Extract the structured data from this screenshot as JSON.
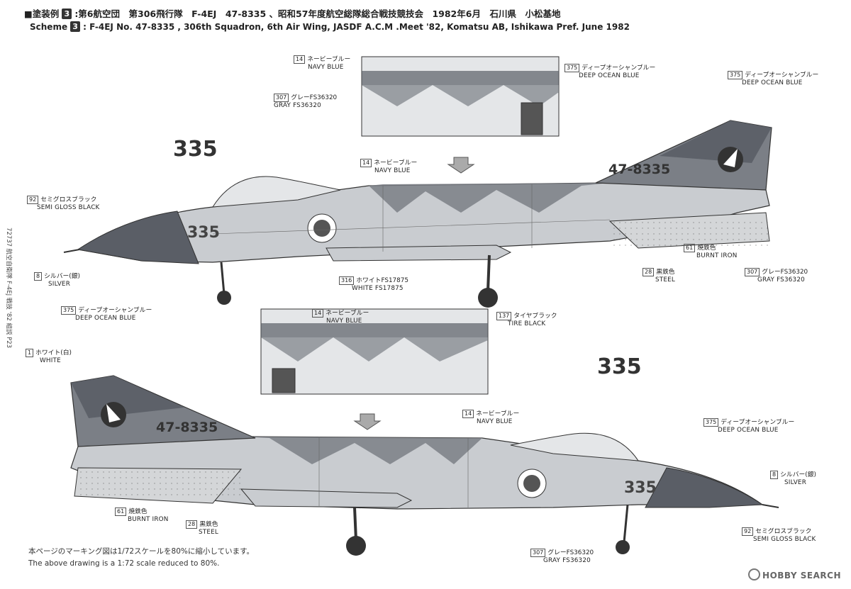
{
  "header": {
    "line1_prefix": "■塗装例",
    "line1_badge": "3",
    "line1_text": ":第6航空団　第306飛行隊　F-4EJ　47-8335 、昭和57年度航空総隊総合戦技競技会　1982年6月　石川県　小松基地",
    "line2_prefix": "Scheme",
    "line2_badge": "3",
    "line2_text": ": F-4EJ No. 47-8335 , 306th Squadron, 6th Air Wing, JASDF A.C.M .Meet '82, Komatsu AB, Ishikawa Pref. June 1982"
  },
  "side_text": "72737 航空自衛隊 F-4EJ 戦技 '82 組説 P23",
  "aircraft_top": {
    "serial": "47-8335",
    "nose_number": "335",
    "loose_number": "335",
    "labels": [
      {
        "num": "14",
        "jp": "ネービーブルー",
        "en": "NAVY BLUE"
      },
      {
        "num": "307",
        "jp": "グレーFS36320",
        "en": "GRAY FS36320"
      },
      {
        "num": "375",
        "jp": "ディープオーシャンブルー",
        "en": "DEEP OCEAN BLUE"
      },
      {
        "num": "375",
        "jp": "ディープオーシャンブルー",
        "en": "DEEP OCEAN BLUE"
      },
      {
        "num": "92",
        "jp": "セミグロスブラック",
        "en": "SEMI GLOSS BLACK"
      },
      {
        "num": "14",
        "jp": "ネービーブルー",
        "en": "NAVY BLUE"
      },
      {
        "num": "8",
        "jp": "シルバー(銀)",
        "en": "SILVER"
      },
      {
        "num": "375",
        "jp": "ディープオーシャンブルー",
        "en": "DEEP OCEAN BLUE"
      },
      {
        "num": "316",
        "jp": "ホワイトFS17875",
        "en": "WHITE FS17875"
      },
      {
        "num": "61",
        "jp": "焼鉄色",
        "en": "BURNT IRON"
      },
      {
        "num": "28",
        "jp": "黒鉄色",
        "en": "STEEL"
      },
      {
        "num": "307",
        "jp": "グレーFS36320",
        "en": "GRAY FS36320"
      },
      {
        "num": "137",
        "jp": "タイヤブラック",
        "en": "TIRE BLACK"
      }
    ]
  },
  "aircraft_bottom": {
    "serial": "47-8335",
    "nose_number": "335",
    "loose_number": "335",
    "labels": [
      {
        "num": "14",
        "jp": "ネービーブルー",
        "en": "NAVY BLUE"
      },
      {
        "num": "1",
        "jp": "ホワイト(白)",
        "en": "WHITE"
      },
      {
        "num": "14",
        "jp": "ネービーブルー",
        "en": "NAVY BLUE"
      },
      {
        "num": "375",
        "jp": "ディープオーシャンブルー",
        "en": "DEEP OCEAN BLUE"
      },
      {
        "num": "8",
        "jp": "シルバー(銀)",
        "en": "SILVER"
      },
      {
        "num": "61",
        "jp": "焼鉄色",
        "en": "BURNT IRON"
      },
      {
        "num": "28",
        "jp": "黒鉄色",
        "en": "STEEL"
      },
      {
        "num": "92",
        "jp": "セミグロスブラック",
        "en": "SEMI GLOSS BLACK"
      },
      {
        "num": "307",
        "jp": "グレーFS36320",
        "en": "GRAY FS36320"
      }
    ]
  },
  "notes": {
    "jp": "本ページのマーキング図は1/72スケールを80%に縮小しています。",
    "en": "The above drawing is a 1:72 scale reduced to 80%."
  },
  "logo_text": "HOBBY SEARCH",
  "colors": {
    "navy": "#5a5e66",
    "deep_ocean": "#7b7f86",
    "gray": "#c9ccd0",
    "light": "#e4e6e8",
    "black": "#333333"
  }
}
